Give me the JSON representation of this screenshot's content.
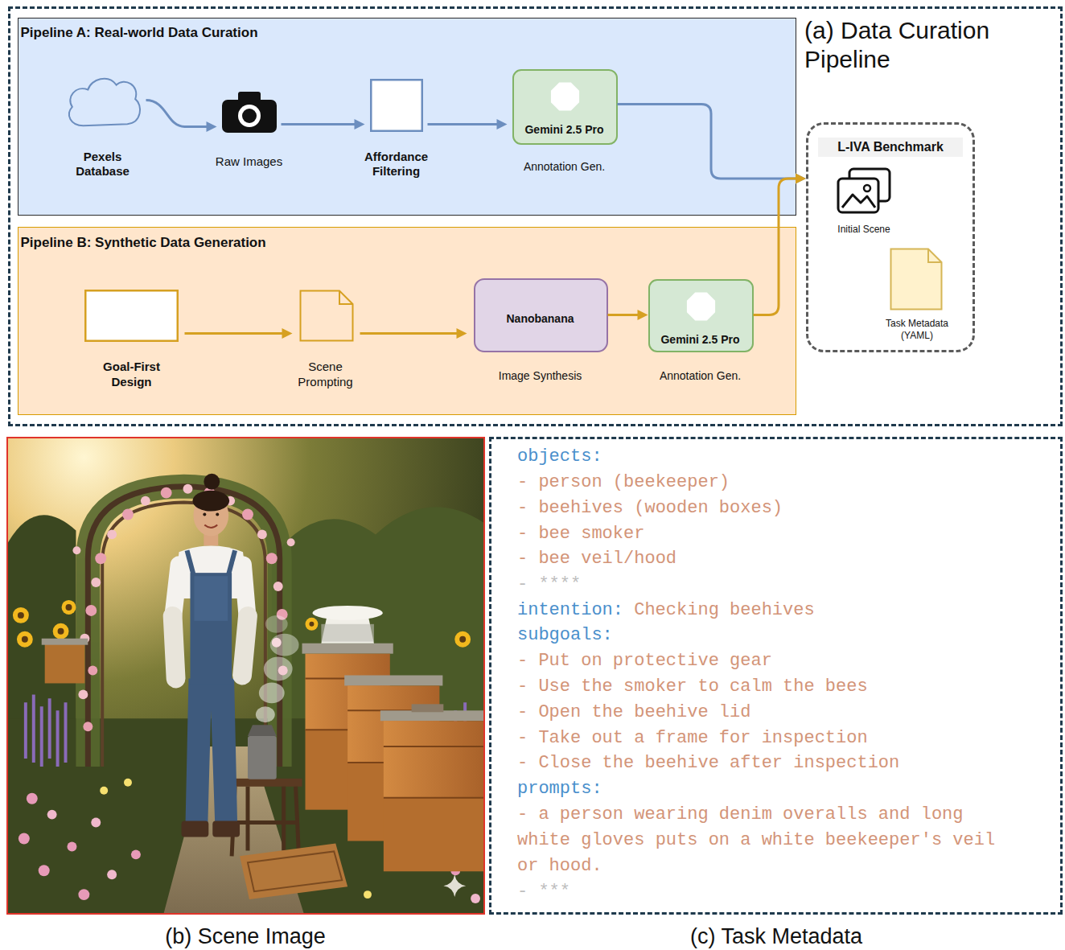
{
  "diagram": {
    "nodes": [
      {
        "text": [
          "(a) Data Curation Pipeline"
        ]
      },
      {
        "text": [
          "Pipeline A: Real-world Data Curation"
        ],
        "in": 0
      },
      {
        "text": [
          "Pexels Database"
        ],
        "in": 1
      },
      {
        "text": [
          "Raw Images"
        ],
        "in": 1
      },
      {
        "text": [
          "Affordance Filtering"
        ],
        "in": 1
      },
      {
        "text": [
          "Gemini 2.5 Pro",
          "Annotation Gen."
        ],
        "in": 1
      },
      {
        "text": [
          "Pipeline B: Synthetic Data Generation"
        ],
        "in": 0
      },
      {
        "text": [
          "Goal-First Design"
        ],
        "in": 6
      },
      {
        "text": [
          "Scene Prompting"
        ],
        "in": 6
      },
      {
        "text": [
          "Nanobanana",
          "Image Synthesis"
        ],
        "in": 6
      },
      {
        "text": [
          "Gemini 2.5 Pro",
          "Annotation Gen."
        ],
        "in": 6
      },
      {
        "text": [
          "L-IVA Benchmark"
        ],
        "in": 0
      },
      {
        "text": [
          "Initial Scene"
        ],
        "in": 11
      },
      {
        "text": [
          "Task Metadata (YAML)"
        ],
        "in": 11
      },
      {
        "text": [
          "(b) Scene Image"
        ]
      },
      {
        "text": [
          "objects:",
          "- person (beekeeper)",
          "- beehives (wooden boxes)",
          "- bee smoker",
          "- bee veil/hood",
          "- ****",
          "intention:",
          "Checking beehives",
          "subgoals:",
          "- Put on protective gear",
          "- Use the smoker to calm the bees",
          "- Open the beehive lid",
          "- Take out a frame for inspection",
          "- Close the beehive after inspection",
          "prompts:",
          "- a person wearing denim overalls and long white gloves puts on a white beekeeper's veil or hood.",
          "- ***",
          "(c) Task Metadata"
        ]
      }
    ],
    "edges": [
      {
        "from": 2,
        "to": 3,
        "arrow": "to"
      },
      {
        "from": 3,
        "to": 4,
        "arrow": "to"
      },
      {
        "from": 4,
        "to": 5,
        "arrow": "to"
      },
      {
        "from": 5,
        "to": 11,
        "arrow": "to"
      },
      {
        "from": 7,
        "to": 8,
        "arrow": "to"
      },
      {
        "from": 8,
        "to": 9,
        "arrow": "to"
      },
      {
        "from": 9,
        "to": 10,
        "arrow": "to"
      },
      {
        "from": 10,
        "to": 11,
        "arrow": "to"
      }
    ]
  }
}
